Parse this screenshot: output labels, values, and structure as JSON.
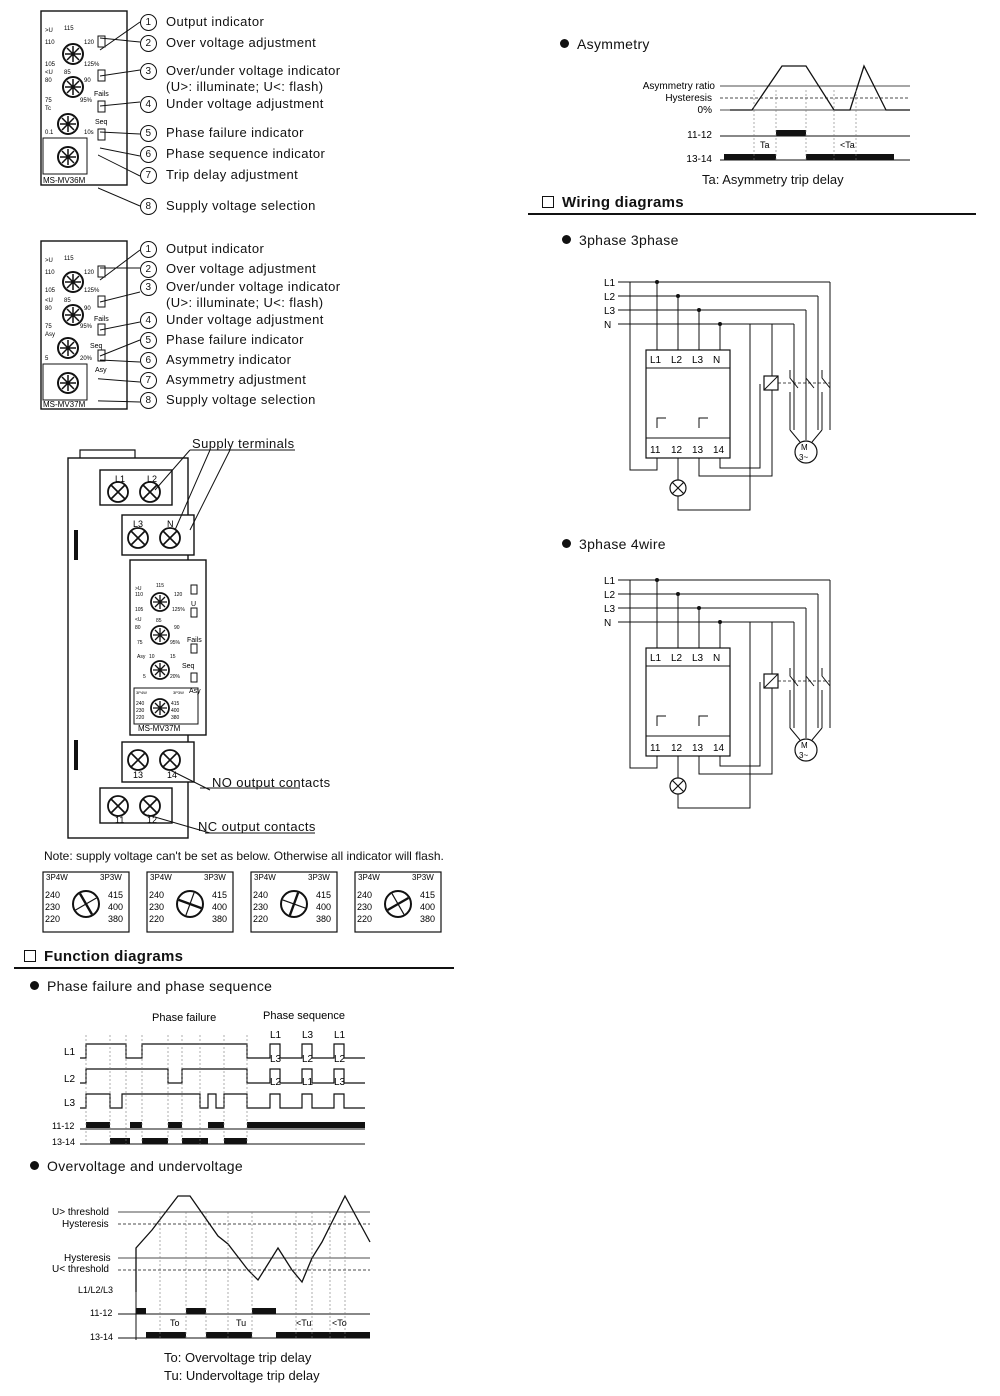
{
  "mv36": {
    "model": "MS-MV36M",
    "items": [
      {
        "n": "1",
        "text": "Output indicator"
      },
      {
        "n": "2",
        "text": "Over voltage adjustment"
      },
      {
        "n": "3",
        "text": "Over/under voltage indicator"
      },
      {
        "n": "",
        "text": "(U>: illuminate; U<: flash)"
      },
      {
        "n": "4",
        "text": "Under voltage adjustment"
      },
      {
        "n": "5",
        "text": "Phase failure indicator"
      },
      {
        "n": "6",
        "text": "Phase sequence indicator"
      },
      {
        "n": "7",
        "text": "Trip delay adjustment"
      },
      {
        "n": "8",
        "text": "Supply voltage selection"
      }
    ]
  },
  "mv37": {
    "model": "MS-MV37M",
    "items": [
      {
        "n": "1",
        "text": "Output indicator"
      },
      {
        "n": "2",
        "text": "Over voltage adjustment"
      },
      {
        "n": "3",
        "text": "Over/under voltage indicator"
      },
      {
        "n": "",
        "text": "(U>: illuminate; U<: flash)"
      },
      {
        "n": "4",
        "text": "Under voltage adjustment"
      },
      {
        "n": "5",
        "text": "Phase failure indicator"
      },
      {
        "n": "6",
        "text": "Asymmetry indicator"
      },
      {
        "n": "7",
        "text": "Asymmetry adjustment"
      },
      {
        "n": "8",
        "text": "Supply voltage selection"
      }
    ]
  },
  "device": {
    "supply_terminals": "Supply terminals",
    "no_contacts": "NO output contacts",
    "nc_contacts": "NC output contacts",
    "model": "MS-MV37M",
    "term_top": [
      "L1",
      "L2"
    ],
    "term_mid": [
      "L3",
      "N"
    ],
    "term_no": [
      "13",
      "14"
    ],
    "term_nc": [
      "11",
      "12"
    ],
    "dial_labels": {
      "over": [
        "115",
        "120",
        "125%",
        "110",
        "105",
        ">U"
      ],
      "under": [
        "85",
        "90",
        "95%",
        "80",
        "75",
        "<U"
      ],
      "asy": [
        "10",
        "15",
        "20%",
        "5",
        "Asy"
      ],
      "volt": [
        "3P4W",
        "3P3W",
        "240",
        "230",
        "220",
        "415",
        "400",
        "380"
      ]
    },
    "led_labels": [
      "U",
      "Fails",
      "Seq",
      "Asy"
    ]
  },
  "note": "Note:  supply voltage can't  be set as below. Otherwise all indicator will flash.",
  "selector": {
    "left": "3P4W",
    "right": "3P3W",
    "l": [
      "240",
      "230",
      "220"
    ],
    "r": [
      "415",
      "400",
      "380"
    ]
  },
  "function": {
    "title": "Function diagrams",
    "pf_title": "Phase failure and phase sequence",
    "pf_label": "Phase failure",
    "ps_label": "Phase sequence",
    "rows": [
      "L1",
      "L2",
      "L3",
      "11-12",
      "13-14"
    ],
    "seq_labels": [
      "L1",
      "L3",
      "L1",
      "L3",
      "L2",
      "L2",
      "L2",
      "L1",
      "L3"
    ],
    "ov_title": "Overvoltage and undervoltage",
    "ov_labels": [
      "U> threshold",
      "Hysteresis",
      "Hysteresis",
      "U< threshold",
      "L1/L2/L3",
      "11-12",
      "13-14"
    ],
    "delays": [
      "To",
      "Tu",
      "<Tu",
      "<To"
    ],
    "to_note": "To: Overvoltage trip delay",
    "tu_note": "Tu: Undervoltage trip delay"
  },
  "asymmetry": {
    "title": "Asymmetry",
    "labels": [
      "Asymmetry ratio",
      "Hysteresis",
      "0%",
      "11-12",
      "13-14"
    ],
    "delays": [
      "Ta",
      "<Ta"
    ],
    "note": "Ta: Asymmetry trip delay"
  },
  "wiring": {
    "title": "Wiring diagrams",
    "d1": "3phase 3phase",
    "d2": "3phase 4wire",
    "lines": [
      "L1",
      "L2",
      "L3",
      "N"
    ],
    "top_terms": [
      "L1",
      "L2",
      "L3",
      "N"
    ],
    "bot_terms": [
      "11",
      "12",
      "13",
      "14"
    ],
    "motor": [
      "M",
      "3~"
    ]
  }
}
